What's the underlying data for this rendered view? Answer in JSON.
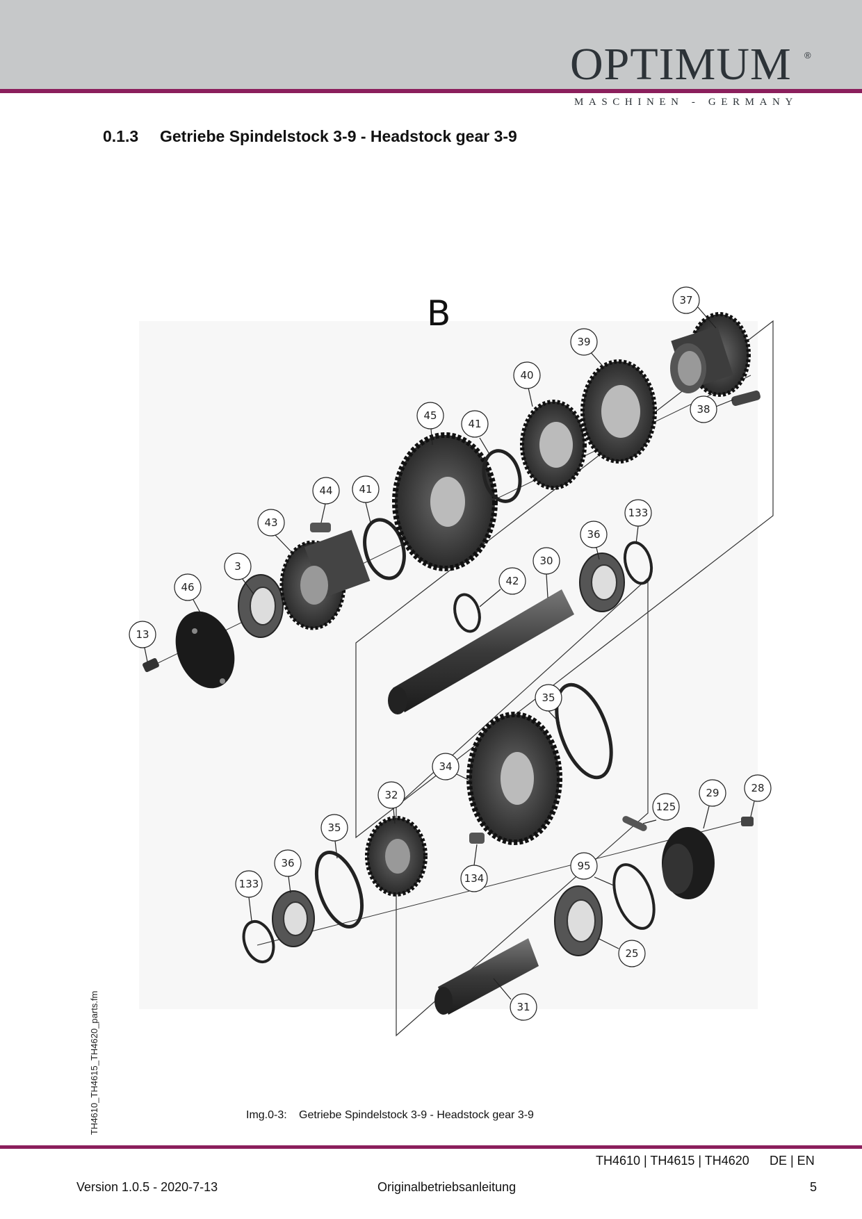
{
  "header": {
    "logo_word": "OPTIMUM",
    "logo_registered": "®",
    "logo_tagline": "MASCHINEN - GERMANY",
    "band_color": "#c6c8c9",
    "accent_color": "#8b1f5c"
  },
  "section": {
    "number": "0.1.3",
    "title": "Getriebe Spindelstock 3-9 - Headstock gear 3-9"
  },
  "diagram": {
    "group_label": "B",
    "callouts": [
      "37",
      "39",
      "40",
      "38",
      "45",
      "41",
      "44",
      "41",
      "43",
      "3",
      "46",
      "13",
      "133",
      "36",
      "30",
      "42",
      "35",
      "34",
      "32",
      "35",
      "36",
      "133",
      "134",
      "95",
      "125",
      "29",
      "28",
      "25",
      "31"
    ]
  },
  "side_text": "TH4610_TH4615_TH4620_parts.fm",
  "caption": {
    "number": "Img.0-3:",
    "text": "Getriebe Spindelstock 3-9 - Headstock gear 3-9"
  },
  "footer": {
    "models": "TH4610 | TH4615 | TH4620",
    "languages": "DE | EN",
    "version": "Version 1.0.5 - 2020-7-13",
    "document": "Originalbetriebsanleitung",
    "page": "5"
  }
}
